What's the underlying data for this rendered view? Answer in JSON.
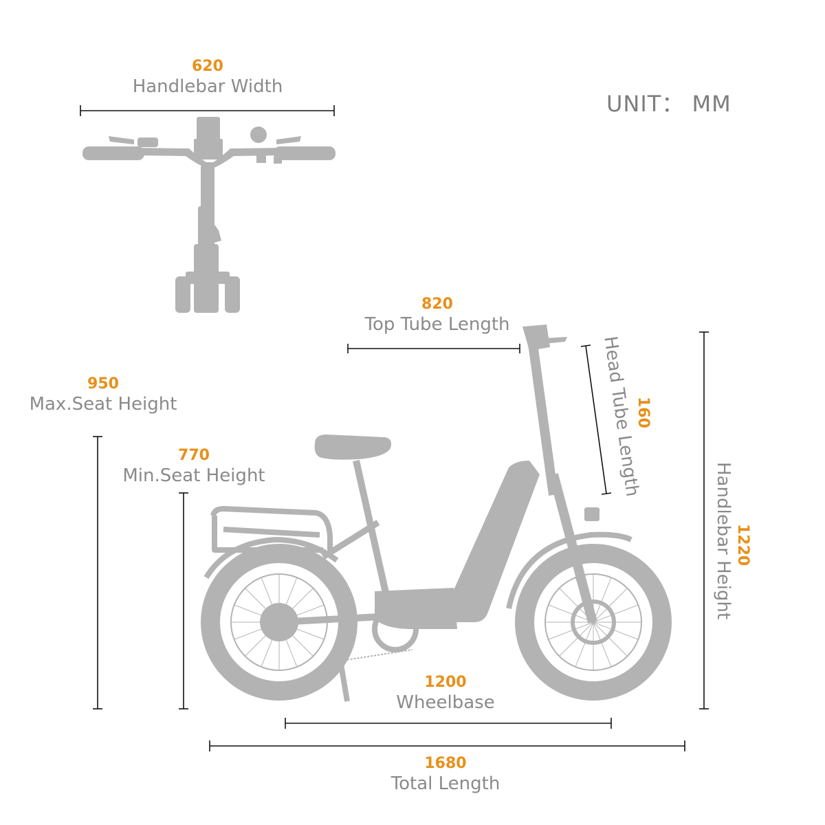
{
  "unit": {
    "label": "UNIT： MM"
  },
  "colors": {
    "value": "#e8901a",
    "label": "#8a8a8a",
    "silhouette": "#b3b3b3",
    "dimension_line": "#111111"
  },
  "dimensions": {
    "handlebar_width": {
      "value": "620",
      "label": "Handlebar Width"
    },
    "top_tube_length": {
      "value": "820",
      "label": "Top Tube Length"
    },
    "head_tube_length": {
      "value": "160",
      "label": "Head Tube Length"
    },
    "handlebar_height": {
      "value": "1220",
      "label": "Handlebar Height"
    },
    "max_seat_height": {
      "value": "950",
      "label": "Max.Seat Height"
    },
    "min_seat_height": {
      "value": "770",
      "label": "Min.Seat Height"
    },
    "wheelbase": {
      "value": "1200",
      "label": "Wheelbase"
    },
    "total_length": {
      "value": "1680",
      "label": "Total Length"
    }
  }
}
